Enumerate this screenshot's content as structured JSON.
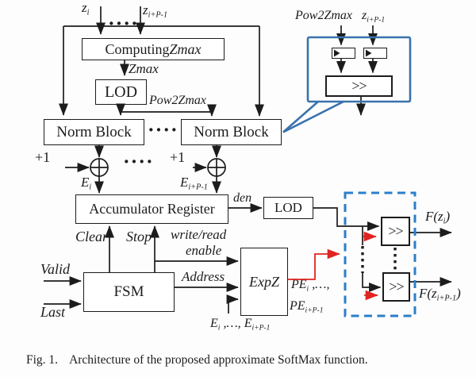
{
  "colors": {
    "line": "#1c1c1c",
    "callout_blue": "#3a72ad",
    "dashed_blue": "#2b7ec9",
    "red": "#e02420"
  },
  "labels": {
    "z_i": {
      "base": "z",
      "sub": "i"
    },
    "z_ip": {
      "base": "z",
      "sub": "i+P-1"
    },
    "top_dots": "····",
    "computing": {
      "roman": "Computing ",
      "italic": "Zmax"
    },
    "zmax": "Zmax",
    "lod": "LOD",
    "pow2zmax": "Pow2Zmax",
    "norm_left": "Norm Block",
    "norm_right": "Norm Block",
    "norm_dots": "····",
    "plus_left": "+1",
    "plus_right": "+1",
    "adder_dots": "····",
    "e_i": {
      "base": "E",
      "sub": "i"
    },
    "e_ip": {
      "base": "E",
      "sub": "i+P-1"
    },
    "accumulator": "Accumulator Register",
    "den": "den",
    "lod2": "LOD",
    "clear": "Clear",
    "stop": "Stop",
    "write_read": "write/read",
    "enable": "enable",
    "address": "Address",
    "valid": "Valid",
    "last": "Last",
    "fsm": "FSM",
    "expz": "ExpZ",
    "pe1": {
      "base": "PE",
      "sub": "i",
      "post": " ,…,"
    },
    "pe2": {
      "base": "PE",
      "sub": "i+P-1"
    },
    "e_row": {
      "b1": "E",
      "s1": "i",
      "mid": " ,…, ",
      "b2": "E",
      "s2": "i+P-1"
    },
    "callout": {
      "pow2zmax": "Pow2Zmax",
      "z": {
        "base": "z",
        "sub": "i+P-1"
      },
      "shift": ">>"
    },
    "shift_top": ">>",
    "shift_bottom": ">>",
    "f_zi": {
      "pre": "F(z",
      "sub": "i",
      "post": ")"
    },
    "f_zip": {
      "pre": "F(z",
      "sub": "i+P-1",
      "post": ")"
    }
  },
  "caption": {
    "fig": "Fig. 1.",
    "text": "Architecture of the proposed approximate SoftMax function."
  }
}
